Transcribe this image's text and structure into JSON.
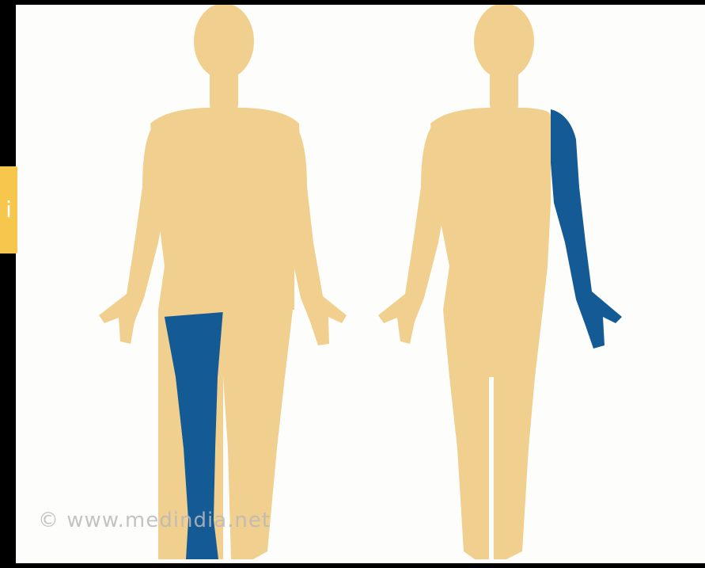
{
  "info_tab": {
    "glyph": "i"
  },
  "watermark": {
    "text": "© www.medindia.net"
  },
  "figures": {
    "skin_color": "#f1cf8e",
    "highlight_color": "#145b95",
    "left_figure": {
      "highlighted_region": "right-leg"
    },
    "right_figure": {
      "highlighted_region": "left-arm"
    }
  }
}
